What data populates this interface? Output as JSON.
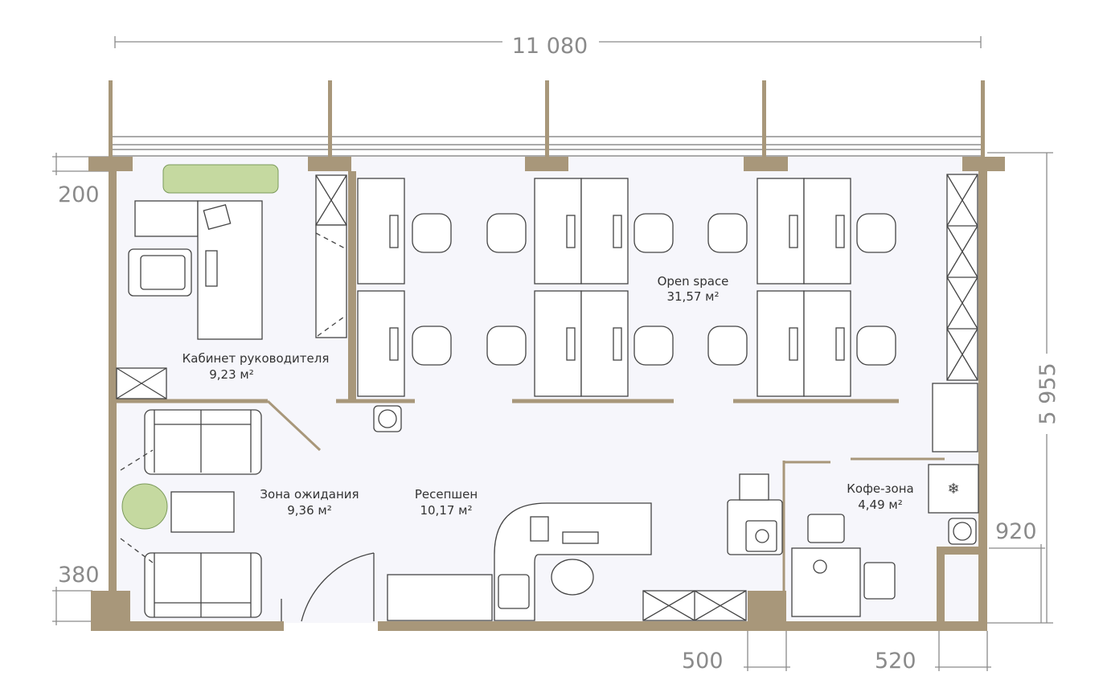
{
  "dimensions": {
    "width": "11 080",
    "height": "5 955",
    "d200": "200",
    "d380": "380",
    "d920": "920",
    "d500": "500",
    "d520": "520"
  },
  "rooms": [
    {
      "name": "Кабинет руководителя",
      "area": "9,23 м²"
    },
    {
      "name": "Open space",
      "area": "31,57 м²"
    },
    {
      "name": "Зона ожидания",
      "area": "9,36 м²"
    },
    {
      "name": "Ресепшен",
      "area": "10,17 м²"
    },
    {
      "name": "Кофе-зона",
      "area": "4,49 м²"
    }
  ],
  "colors": {
    "wall": "#a8977a",
    "floor": "#f6f6fb",
    "plant": "#b9d08f"
  }
}
